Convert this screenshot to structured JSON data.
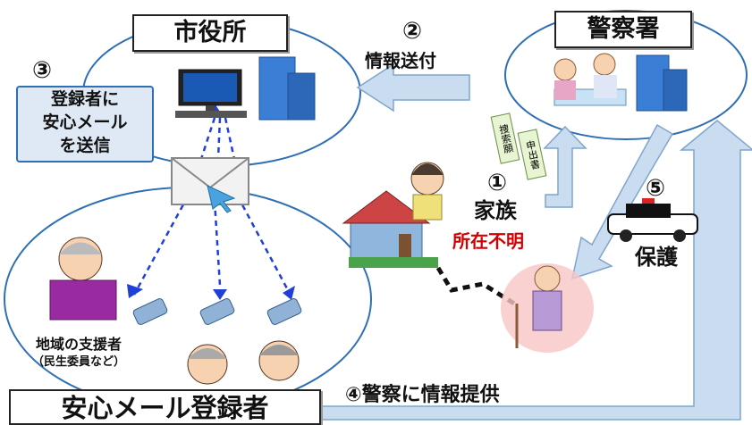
{
  "city_hall": {
    "title": "市役所"
  },
  "police": {
    "title": "警察署"
  },
  "registrants": {
    "title": "安心メール登録者"
  },
  "step1": {
    "num": "①",
    "label": "家族"
  },
  "step2": {
    "num": "②",
    "label": "情報送付"
  },
  "step3": {
    "num": "③",
    "callout": [
      "登録者に",
      "安心メール",
      "を送信"
    ]
  },
  "step4": {
    "num": "④",
    "label": "警察に情報提供"
  },
  "step5": {
    "num": "⑤",
    "label": "保護"
  },
  "missing_label": "所在不明",
  "documents": {
    "search_request": "捜索願",
    "report": "申出書"
  },
  "supporters": {
    "line1": "地域の支援者",
    "line2": "（民生委員など）"
  },
  "colors": {
    "ellipse_border": "#2f6fb5",
    "arrow_fill": "#c9dcf0",
    "missing_text": "#d40000",
    "email_arrow": "#1f3fd6"
  }
}
